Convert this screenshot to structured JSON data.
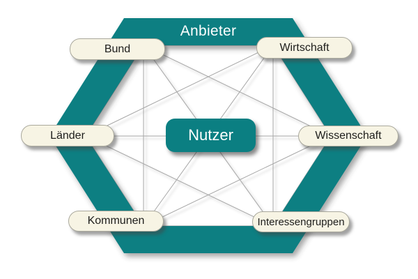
{
  "diagram": {
    "title": "Anbieter",
    "center_label": "Nutzer",
    "nodes": [
      {
        "id": "bund",
        "label": "Bund"
      },
      {
        "id": "wirtschaft",
        "label": "Wirtschaft"
      },
      {
        "id": "laender",
        "label": "Länder"
      },
      {
        "id": "wissenschaft",
        "label": "Wissenschaft"
      },
      {
        "id": "kommunen",
        "label": "Kommunen"
      },
      {
        "id": "interessengruppen",
        "label": "Interessengruppen"
      }
    ],
    "connections": "complete-graph-all-6-nodes-interconnected",
    "colors": {
      "hexagon_band": "#0b7f82",
      "node_fill": "#f7f4e4",
      "node_border": "#a9a89c",
      "connector_line": "#a6a6a6",
      "title_text": "#ffffff",
      "node_text": "#1d1d1b",
      "background": "#ffffff"
    }
  }
}
